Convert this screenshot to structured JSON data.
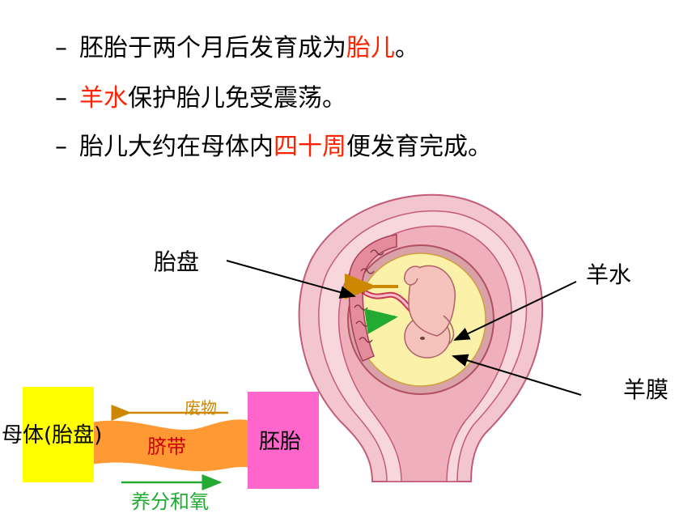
{
  "bullets": [
    {
      "dash": "–",
      "parts": [
        "胚胎于两个月后发育成为",
        "胎儿",
        "。"
      ]
    },
    {
      "dash": "–",
      "parts": [
        "",
        "羊水",
        "保护胎儿免受震荡。"
      ]
    },
    {
      "dash": "–",
      "parts": [
        "胎儿大约在母体内",
        "四十周",
        "便发育完成。"
      ]
    }
  ],
  "uterus_labels": {
    "placenta": "胎盘",
    "amniotic_fluid": "羊水",
    "amnion": "羊膜"
  },
  "flow": {
    "mother": "母体(胎盘)",
    "cord": "脐带",
    "embryo": "胚胎",
    "waste": "废物",
    "nutrients": "养分和氧"
  },
  "colors": {
    "highlight": "#ff2200",
    "mother_box": "#ffff00",
    "embryo_box": "#ff66cc",
    "cord": "#ff9933",
    "waste_arrow": "#cc8800",
    "nutrient_arrow": "#22aa33"
  }
}
